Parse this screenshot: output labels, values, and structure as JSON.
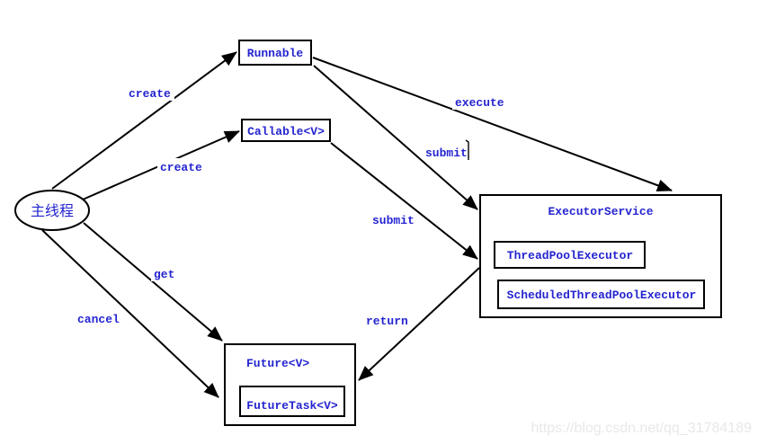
{
  "diagram": {
    "title_semantic": "java-executor-framework-diagram",
    "colors": {
      "background": "#ffffff",
      "node_border": "#000000",
      "edge": "#000000",
      "text_blue": "#2424d0",
      "watermark_gray": "#e8e8e8"
    },
    "nodes": {
      "main_thread": {
        "label": "主线程",
        "shape": "ellipse"
      },
      "runnable": {
        "label": "Runnable",
        "shape": "rect"
      },
      "callable": {
        "label": "Callable<V>",
        "shape": "rect"
      },
      "executor_service": {
        "label": "ExecutorService",
        "shape": "rect"
      },
      "thread_pool_executor": {
        "label": "ThreadPoolExecutor",
        "shape": "rect"
      },
      "scheduled_thread_pool_executor": {
        "label": "ScheduledThreadPoolExecutor",
        "shape": "rect"
      },
      "future": {
        "label": "Future<V>",
        "shape": "rect"
      },
      "future_task": {
        "label": "FutureTask<V>",
        "shape": "rect"
      }
    },
    "edges": {
      "create_runnable": {
        "label": "create",
        "from": "main_thread",
        "to": "runnable"
      },
      "create_callable": {
        "label": "create",
        "from": "main_thread",
        "to": "callable"
      },
      "execute": {
        "label": "execute",
        "from": "runnable",
        "to": "executor_service"
      },
      "submit_runnable": {
        "label": "submit",
        "from": "runnable",
        "to": "executor_service"
      },
      "submit_callable": {
        "label": "submit",
        "from": "callable",
        "to": "executor_service"
      },
      "get": {
        "label": "get",
        "from": "main_thread",
        "to": "future"
      },
      "cancel": {
        "label": "cancel",
        "from": "main_thread",
        "to": "future"
      },
      "return": {
        "label": "return",
        "from": "executor_service",
        "to": "future"
      }
    },
    "watermark": "https://blog.csdn.net/qq_31784189"
  }
}
